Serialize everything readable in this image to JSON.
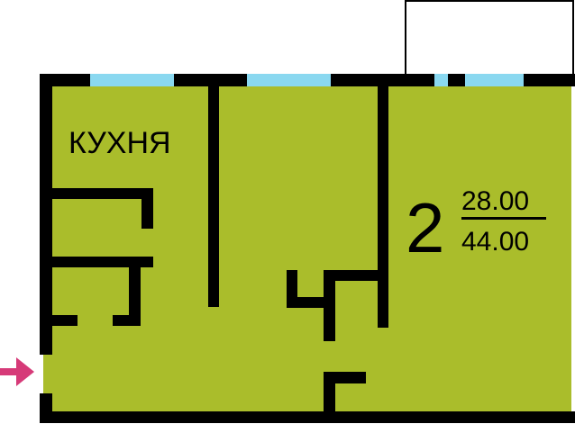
{
  "floorplan": {
    "room_label": "КУХНЯ",
    "rooms_count": "2",
    "living_area": "28.00",
    "total_area": "44.00"
  },
  "colors": {
    "floor": "#aabd2b",
    "wall": "#000000",
    "window": "#8ad8f0",
    "entrance_arrow": "#d63a78",
    "background": "#ffffff"
  }
}
